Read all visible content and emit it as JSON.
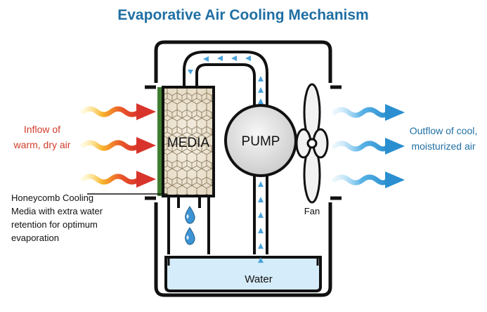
{
  "title": "Evaporative Air Cooling Mechanism",
  "labels": {
    "inflow_line1": "Inflow of",
    "inflow_line2": "warm, dry air",
    "outflow_line1": "Outflow of cool,",
    "outflow_line2": "moisturized air",
    "media": "MEDIA",
    "pump": "PUMP",
    "water": "Water",
    "fan": "Fan",
    "honeycomb_lines": [
      "Honeycomb Cooling",
      "Media with extra water",
      "retention for optimum",
      "evaporation"
    ]
  },
  "colors": {
    "title": "#1f6fa3",
    "inflow_text": "#d23b2a",
    "outflow_text": "#1f6fa3",
    "warm_arrow": "#d8342b",
    "cool_arrow": "#2a8fd0",
    "water": "#cfe9f8",
    "pipe_arrow": "#4aa3dc",
    "media_edge": "#3e7d2f"
  },
  "icons": {
    "warm_air": "wavy-red-arrow-icon",
    "cool_air": "wavy-blue-arrow-icon",
    "drop": "water-drop-icon",
    "fan": "fan-icon"
  }
}
